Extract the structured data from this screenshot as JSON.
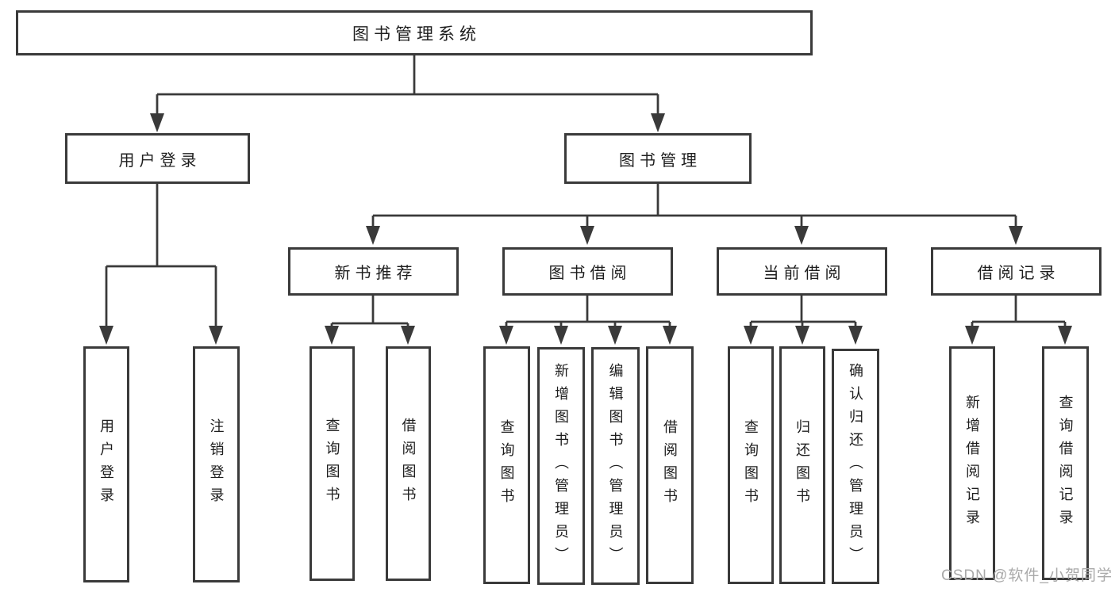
{
  "title": "图书管理系统",
  "watermark": "CSDN @软件_小贺同学",
  "colors": {
    "background": "#ffffff",
    "line": "#3a3a3a",
    "box_border": "#3a3a3a",
    "text": "#1e1e1e",
    "watermark": "#a9a9a9"
  },
  "tree": {
    "label": "图书管理系统",
    "children": [
      {
        "label": "用户登录",
        "children": [
          {
            "label": "用户登录"
          },
          {
            "label": "注销登录"
          }
        ]
      },
      {
        "label": "图书管理",
        "children": [
          {
            "label": "新书推荐",
            "children": [
              {
                "label": "查询图书"
              },
              {
                "label": "借阅图书"
              }
            ]
          },
          {
            "label": "图书借阅",
            "children": [
              {
                "label": "查询图书"
              },
              {
                "label": "新增图书（管理员）"
              },
              {
                "label": "编辑图书（管理员）"
              },
              {
                "label": "借阅图书"
              }
            ]
          },
          {
            "label": "当前借阅",
            "children": [
              {
                "label": "查询图书"
              },
              {
                "label": "归还图书"
              },
              {
                "label": "确认归还（管理员）"
              }
            ]
          },
          {
            "label": "借阅记录",
            "children": [
              {
                "label": "新增借阅记录"
              },
              {
                "label": "查询借阅记录"
              }
            ]
          }
        ]
      }
    ]
  }
}
